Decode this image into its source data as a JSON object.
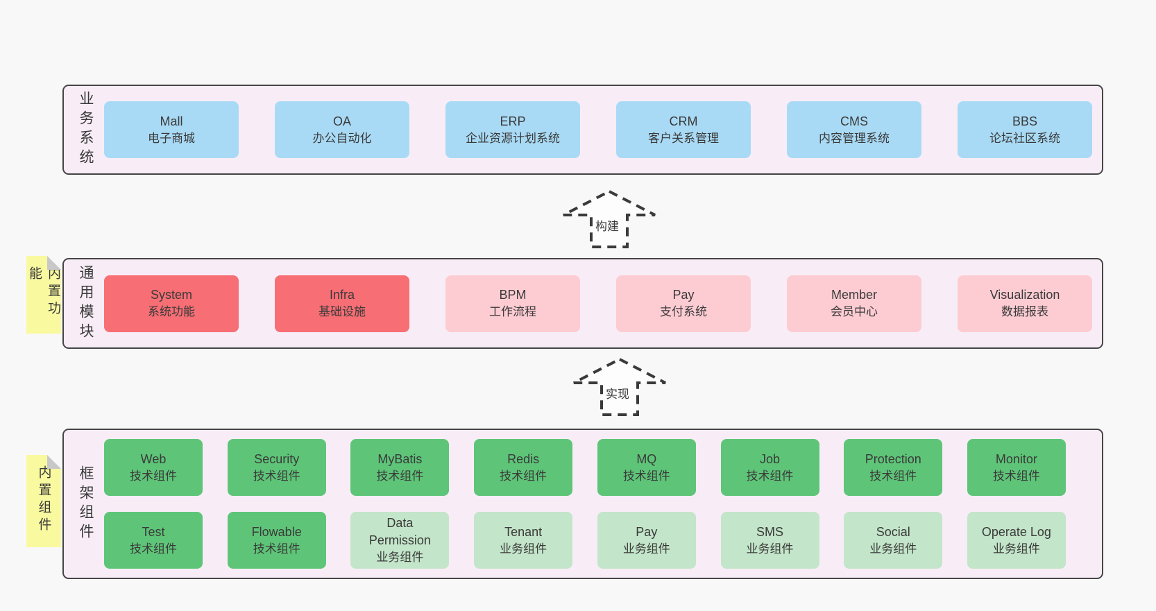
{
  "diagram": {
    "bands": [
      {
        "label": "业务系统",
        "boxes": [
          {
            "title": "Mall",
            "subtitle": "电子商城"
          },
          {
            "title": "OA",
            "subtitle": "办公自动化"
          },
          {
            "title": "ERP",
            "subtitle": "企业资源计划系统"
          },
          {
            "title": "CRM",
            "subtitle": "客户关系管理"
          },
          {
            "title": "CMS",
            "subtitle": "内容管理系统"
          },
          {
            "title": "BBS",
            "subtitle": "论坛社区系统"
          }
        ]
      },
      {
        "label": "通用模块",
        "note": "内置功能",
        "boxes": [
          {
            "title": "System",
            "subtitle": "系统功能"
          },
          {
            "title": "Infra",
            "subtitle": "基础设施"
          },
          {
            "title": "BPM",
            "subtitle": "工作流程"
          },
          {
            "title": "Pay",
            "subtitle": "支付系统"
          },
          {
            "title": "Member",
            "subtitle": "会员中心"
          },
          {
            "title": "Visualization",
            "subtitle": "数据报表"
          }
        ]
      },
      {
        "label": "框架组件",
        "note": "内置组件",
        "rows": [
          [
            {
              "title": "Web",
              "subtitle": "技术组件"
            },
            {
              "title": "Security",
              "subtitle": "技术组件"
            },
            {
              "title": "MyBatis",
              "subtitle": "技术组件"
            },
            {
              "title": "Redis",
              "subtitle": "技术组件"
            },
            {
              "title": "MQ",
              "subtitle": "技术组件"
            },
            {
              "title": "Job",
              "subtitle": "技术组件"
            },
            {
              "title": "Protection",
              "subtitle": "技术组件"
            },
            {
              "title": "Monitor",
              "subtitle": "技术组件"
            }
          ],
          [
            {
              "title": "Test",
              "subtitle": "技术组件"
            },
            {
              "title": "Flowable",
              "subtitle": "技术组件"
            },
            {
              "title": "Data Permission",
              "subtitle": "业务组件"
            },
            {
              "title": "Tenant",
              "subtitle": "业务组件"
            },
            {
              "title": "Pay",
              "subtitle": "业务组件"
            },
            {
              "title": "SMS",
              "subtitle": "业务组件"
            },
            {
              "title": "Social",
              "subtitle": "业务组件"
            },
            {
              "title": "Operate Log",
              "subtitle": "业务组件"
            }
          ]
        ]
      }
    ],
    "arrows": [
      {
        "label": "构建"
      },
      {
        "label": "实现"
      }
    ]
  },
  "colors": {
    "page_bg": "#f8f8f8",
    "band_fill": "#f8edf6",
    "band_border": "#454545",
    "blue_box": "#a9daf5",
    "red_box": "#f76e74",
    "pink_box": "#fdccd3",
    "green_box": "#5ec578",
    "light_green_box": "#c3e5c9",
    "note_yellow": "#f9f9a0",
    "note_fold": "#c8c8c8",
    "text": "#3a3a3a"
  }
}
